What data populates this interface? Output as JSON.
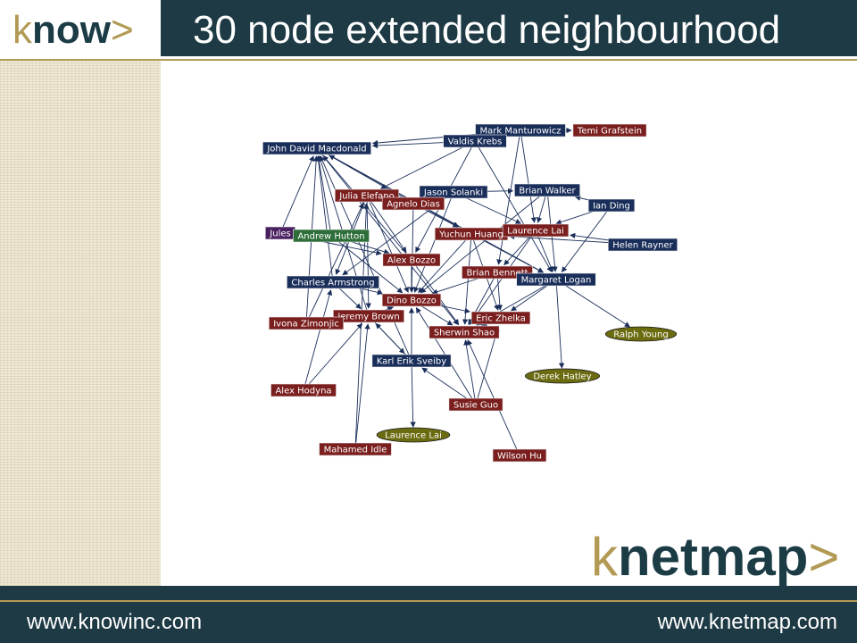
{
  "header": {
    "logo_main": "know",
    "logo_chevron_left": "k",
    "title": "30 node extended neighbourhood"
  },
  "brand": {
    "prefix": "k",
    "main": "netmap",
    "chevron": ">"
  },
  "footer": {
    "left_url": "www.knowinc.com",
    "right_url": "www.knetmap.com"
  },
  "colors": {
    "header_bg": "#1e3a44",
    "accent_gold": "#b29a55",
    "node_navy": "#1a2e5a",
    "node_red": "#7a1e1e",
    "node_green": "#2e6e3a",
    "node_purple": "#4a2060",
    "node_olive": "#6b6b10"
  },
  "diagram": {
    "nodes": [
      {
        "id": "mark",
        "label": "Mark  Manturowicz",
        "kind": "navy"
      },
      {
        "id": "temi",
        "label": "Temi  Grafstein",
        "kind": "red"
      },
      {
        "id": "john",
        "label": "John David Macdonald",
        "kind": "navy"
      },
      {
        "id": "valdis",
        "label": "Valdis  Krebs",
        "kind": "navy"
      },
      {
        "id": "julia",
        "label": "Julia  Elefano",
        "kind": "red"
      },
      {
        "id": "jason",
        "label": "Jason  Solanki",
        "kind": "navy"
      },
      {
        "id": "brian_w",
        "label": "Brian  Walker",
        "kind": "navy"
      },
      {
        "id": "agnelo",
        "label": "Agnelo  Dias",
        "kind": "red"
      },
      {
        "id": "ian",
        "label": "Ian  Ding",
        "kind": "navy"
      },
      {
        "id": "jules",
        "label": "Jules",
        "kind": "purple"
      },
      {
        "id": "andrew",
        "label": "Andrew  Hutton",
        "kind": "green"
      },
      {
        "id": "yuchun",
        "label": "Yuchun  Huang",
        "kind": "red"
      },
      {
        "id": "laurence_r",
        "label": "Laurence  Lai",
        "kind": "red"
      },
      {
        "id": "helen",
        "label": "Helen  Rayner",
        "kind": "navy"
      },
      {
        "id": "alex_b",
        "label": "Alex  Bozzo",
        "kind": "red"
      },
      {
        "id": "brian_b",
        "label": "Brian  Bennett",
        "kind": "red"
      },
      {
        "id": "charles",
        "label": "Charles  Armstrong",
        "kind": "navy"
      },
      {
        "id": "margaret",
        "label": "Margaret  Logan",
        "kind": "navy"
      },
      {
        "id": "dino",
        "label": "Dino  Bozzo",
        "kind": "red"
      },
      {
        "id": "jeremy",
        "label": "Jeremy  Brown",
        "kind": "red"
      },
      {
        "id": "eric",
        "label": "Eric  Zhelka",
        "kind": "red"
      },
      {
        "id": "ivona",
        "label": "Ivona  Zimonjic",
        "kind": "red"
      },
      {
        "id": "sherwin",
        "label": "Sherwin  Shao",
        "kind": "red"
      },
      {
        "id": "ralph",
        "label": "Ralph  Young",
        "kind": "olive"
      },
      {
        "id": "karl",
        "label": "Karl Erik  Sveiby",
        "kind": "navy"
      },
      {
        "id": "derek",
        "label": "Derek  Hatley",
        "kind": "olive"
      },
      {
        "id": "alex_h",
        "label": "Alex  Hodyna",
        "kind": "red"
      },
      {
        "id": "susie",
        "label": "Susie  Guo",
        "kind": "red"
      },
      {
        "id": "laurence_o",
        "label": "Laurence  Lai",
        "kind": "olive"
      },
      {
        "id": "mahamed",
        "label": "Mahamed  Idle",
        "kind": "red"
      },
      {
        "id": "wilson",
        "label": "Wilson  Hu",
        "kind": "red"
      }
    ],
    "edges": [
      [
        "mark",
        "temi"
      ],
      [
        "mark",
        "john"
      ],
      [
        "mark",
        "laurence_r"
      ],
      [
        "mark",
        "brian_b"
      ],
      [
        "valdis",
        "john"
      ],
      [
        "valdis",
        "julia"
      ],
      [
        "valdis",
        "margaret"
      ],
      [
        "valdis",
        "alex_b"
      ],
      [
        "jason",
        "agnelo"
      ],
      [
        "jason",
        "brian_w"
      ],
      [
        "jason",
        "laurence_r"
      ],
      [
        "jason",
        "dino"
      ],
      [
        "jason",
        "charles"
      ],
      [
        "brian_w",
        "laurence_r"
      ],
      [
        "brian_w",
        "margaret"
      ],
      [
        "brian_w",
        "dino"
      ],
      [
        "ian",
        "laurence_r"
      ],
      [
        "ian",
        "margaret"
      ],
      [
        "ian",
        "brian_w"
      ],
      [
        "helen",
        "laurence_r"
      ],
      [
        "helen",
        "yuchun"
      ],
      [
        "julia",
        "alex_b"
      ],
      [
        "julia",
        "dino"
      ],
      [
        "julia",
        "charles"
      ],
      [
        "julia",
        "jeremy"
      ],
      [
        "agnelo",
        "yuchun"
      ],
      [
        "agnelo",
        "dino"
      ],
      [
        "agnelo",
        "john"
      ],
      [
        "jules",
        "john"
      ],
      [
        "jules",
        "alex_b"
      ],
      [
        "andrew",
        "john"
      ],
      [
        "andrew",
        "dino"
      ],
      [
        "andrew",
        "alex_b"
      ],
      [
        "yuchun",
        "margaret"
      ],
      [
        "yuchun",
        "sherwin"
      ],
      [
        "yuchun",
        "eric"
      ],
      [
        "yuchun",
        "dino"
      ],
      [
        "laurence_r",
        "brian_b"
      ],
      [
        "laurence_r",
        "margaret"
      ],
      [
        "laurence_r",
        "sherwin"
      ],
      [
        "alex_b",
        "dino"
      ],
      [
        "alex_b",
        "sherwin"
      ],
      [
        "alex_b",
        "john"
      ],
      [
        "brian_b",
        "dino"
      ],
      [
        "brian_b",
        "sherwin"
      ],
      [
        "brian_b",
        "eric"
      ],
      [
        "charles",
        "john"
      ],
      [
        "charles",
        "jeremy"
      ],
      [
        "charles",
        "dino"
      ],
      [
        "margaret",
        "ralph"
      ],
      [
        "margaret",
        "derek"
      ],
      [
        "margaret",
        "eric"
      ],
      [
        "margaret",
        "sherwin"
      ],
      [
        "dino",
        "sherwin"
      ],
      [
        "dino",
        "eric"
      ],
      [
        "jeremy",
        "karl"
      ],
      [
        "jeremy",
        "dino"
      ],
      [
        "jeremy",
        "john"
      ],
      [
        "ivona",
        "john"
      ],
      [
        "ivona",
        "jeremy"
      ],
      [
        "ivona",
        "julia"
      ],
      [
        "eric",
        "sherwin"
      ],
      [
        "karl",
        "dino"
      ],
      [
        "karl",
        "laurence_o"
      ],
      [
        "karl",
        "jeremy"
      ],
      [
        "karl",
        "john"
      ],
      [
        "alex_h",
        "jeremy"
      ],
      [
        "alex_h",
        "charles"
      ],
      [
        "susie",
        "sherwin"
      ],
      [
        "susie",
        "eric"
      ],
      [
        "susie",
        "karl"
      ],
      [
        "susie",
        "dino"
      ],
      [
        "mahamed",
        "jeremy"
      ],
      [
        "mahamed",
        "julia"
      ],
      [
        "wilson",
        "sherwin"
      ],
      [
        "john",
        "sherwin"
      ],
      [
        "john",
        "margaret"
      ],
      [
        "john",
        "yuchun"
      ]
    ]
  }
}
